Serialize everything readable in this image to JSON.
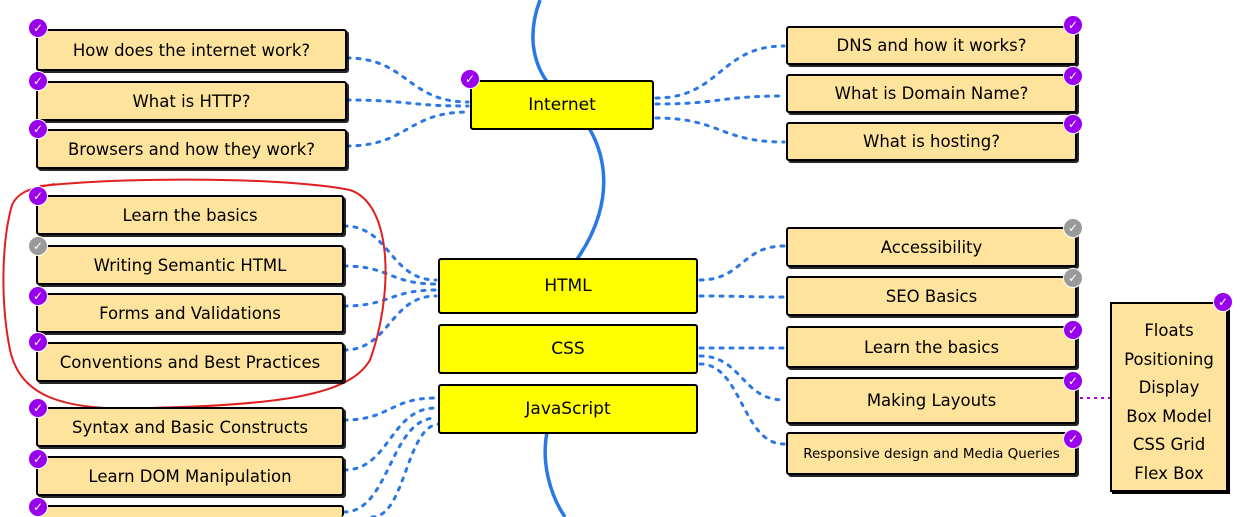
{
  "colors": {
    "main_node": "#ffff00",
    "sub_node": "#fde39b",
    "done_check": "#9900ee",
    "pending_check": "#9a9a9a",
    "connector": "#2b78e4",
    "spine": "#2b78e4",
    "highlight_circle": "#e02020",
    "list_connector": "#aa00dd"
  },
  "main_nodes": [
    {
      "id": "internet",
      "label": "Internet",
      "status": "done"
    },
    {
      "id": "html",
      "label": "HTML"
    },
    {
      "id": "css",
      "label": "CSS"
    },
    {
      "id": "javascript",
      "label": "JavaScript"
    }
  ],
  "internet_left": [
    {
      "label": "How does the internet work?",
      "status": "done"
    },
    {
      "label": "What is HTTP?",
      "status": "done"
    },
    {
      "label": "Browsers and how they work?",
      "status": "done"
    }
  ],
  "internet_right": [
    {
      "label": "DNS and how it works?",
      "status": "done"
    },
    {
      "label": "What is Domain Name?",
      "status": "done"
    },
    {
      "label": "What is hosting?",
      "status": "done"
    }
  ],
  "html_left": [
    {
      "label": "Learn the basics",
      "status": "done"
    },
    {
      "label": "Writing Semantic HTML",
      "status": "pending"
    },
    {
      "label": "Forms and Validations",
      "status": "done"
    },
    {
      "label": "Conventions and Best Practices",
      "status": "done"
    }
  ],
  "html_right": [
    {
      "label": "Accessibility",
      "status": "pending"
    },
    {
      "label": "SEO Basics",
      "status": "pending"
    }
  ],
  "css_right": [
    {
      "label": "Learn the basics",
      "status": "done"
    },
    {
      "label": "Making Layouts",
      "status": "done"
    },
    {
      "label": "Responsive design and Media Queries",
      "status": "done"
    }
  ],
  "js_left": [
    {
      "label": "Syntax and Basic Constructs",
      "status": "done"
    },
    {
      "label": "Learn DOM Manipulation",
      "status": "done"
    },
    {
      "label": "",
      "status": "done"
    }
  ],
  "layouts_list": {
    "status": "done",
    "items": [
      "Floats",
      "Positioning",
      "Display",
      "Box Model",
      "CSS Grid",
      "Flex Box"
    ]
  }
}
